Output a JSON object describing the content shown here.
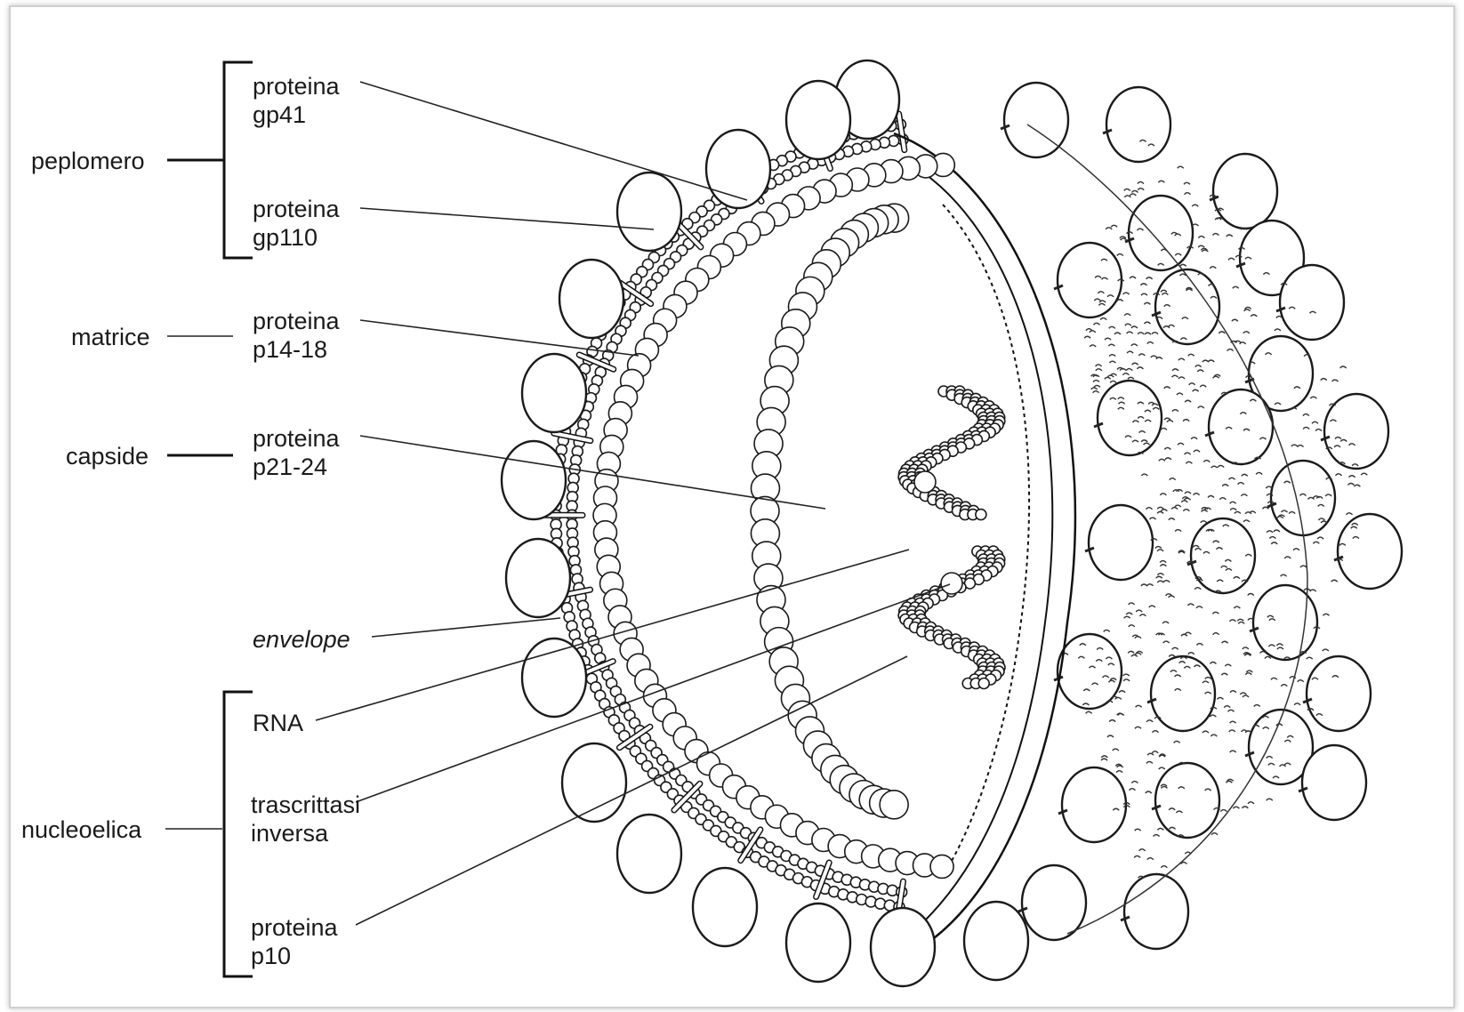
{
  "groups": {
    "peplomero": "peplomero",
    "matrice": "matrice",
    "capside": "capside",
    "nucleoelica": "nucleoelica"
  },
  "labels": {
    "gp41": [
      "proteina",
      "gp41"
    ],
    "gp110": [
      "proteina",
      "gp110"
    ],
    "p14_18": [
      "proteina",
      "p14-18"
    ],
    "p21_24": [
      "proteina",
      "p21-24"
    ],
    "envelope": "envelope",
    "rna": "RNA",
    "trascrittasi": [
      "trascrittasi",
      "inversa"
    ],
    "p10": [
      "proteina",
      "p10"
    ]
  }
}
